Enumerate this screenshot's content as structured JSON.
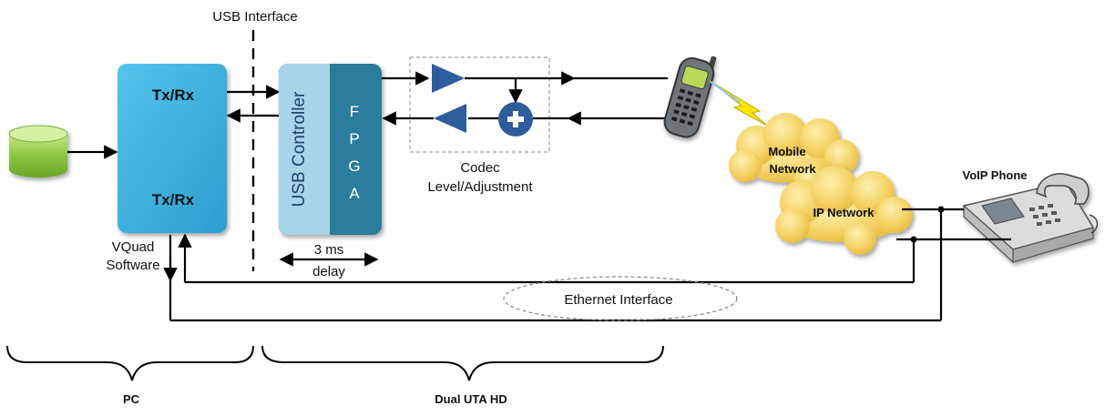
{
  "labels": {
    "usb_interface": "USB Interface",
    "tx_rx_top": "Tx/Rx",
    "tx_rx_bottom": "Tx/Rx",
    "vquad_line1": "VQuad",
    "vquad_line2": "Software",
    "usb_controller": "USB Controller",
    "fpga_letters": [
      "F",
      "P",
      "G",
      "A"
    ],
    "delay_line1": "3 ms",
    "delay_line2": "delay",
    "codec_line1": "Codec",
    "codec_line2": "Level/Adjustment",
    "mobile_line1": "Mobile",
    "mobile_line2": "Network",
    "ip_network": "IP Network",
    "voip_phone": "VoIP Phone",
    "ethernet_interface": "Ethernet Interface",
    "pc": "PC",
    "dual_uta": "Dual UTA HD"
  },
  "colors": {
    "pc_box": "#2eaede",
    "usb_light": "#a8d4ea",
    "fpga_dark": "#2c7d9c",
    "amp_triangle": "#2e5d9c",
    "sum_circle": "#2e5d9c",
    "cloud": "#f2ce55",
    "database": "#8cc63f",
    "lightning": "#ffe600"
  },
  "icons": {
    "database": "database-icon",
    "mobile": "mobile-phone-icon",
    "voip": "desk-phone-icon",
    "lightning": "wireless-signal-icon",
    "sum": "plus-icon"
  }
}
